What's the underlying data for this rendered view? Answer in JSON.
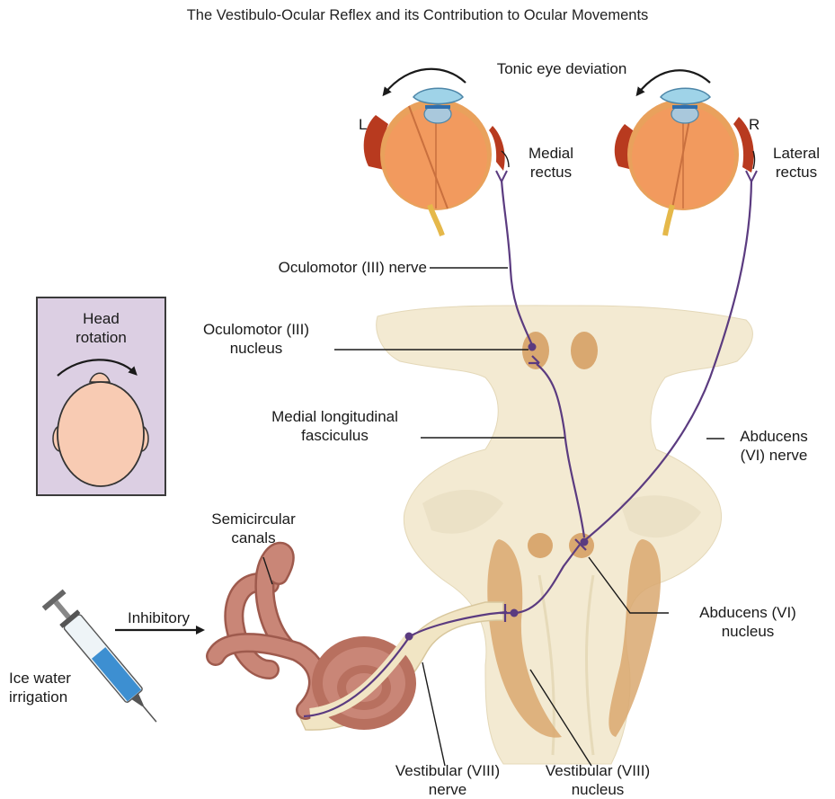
{
  "title": "The Vestibulo-Ocular Reflex and its Contribution to Ocular Movements",
  "colors": {
    "brainstem": "#f3ead2",
    "brainstem_shade": "#e6dab9",
    "nucleus": "#d9a870",
    "nerve": "#5b3b80",
    "eye": "#f29a5e",
    "muscle": "#b83a1f",
    "canal": "#c98677",
    "box": "#dccfe3",
    "head": "#f8cbb3",
    "syringe_fluid": "#3d8fd1"
  },
  "labels": {
    "tonic_deviation": "Tonic eye deviation",
    "left_eye": "L",
    "right_eye": "R",
    "medial_rectus": [
      "Medial",
      "rectus"
    ],
    "lateral_rectus": [
      "Lateral",
      "rectus"
    ],
    "oculomotor_nerve": "Oculomotor (III) nerve",
    "oculomotor_nucleus": [
      "Oculomotor (III)",
      "nucleus"
    ],
    "mlf": [
      "Medial longitudinal",
      "fasciculus"
    ],
    "abducens_nerve": [
      "Abducens",
      "(VI) nerve"
    ],
    "abducens_nucleus": [
      "Abducens (VI)",
      "nucleus"
    ],
    "semicircular_canals": [
      "Semicircular",
      "canals"
    ],
    "inhibitory": "Inhibitory",
    "ice_water": [
      "Ice water",
      "irrigation"
    ],
    "vestibular_nerve": [
      "Vestibular (VIII)",
      "nerve"
    ],
    "vestibular_nucleus": [
      "Vestibular (VIII)",
      "nucleus"
    ],
    "head_rotation": [
      "Head",
      "rotation"
    ]
  }
}
